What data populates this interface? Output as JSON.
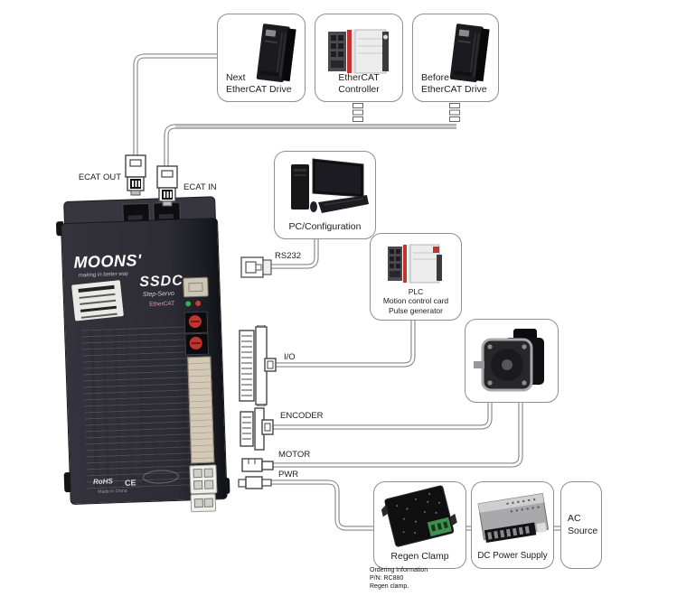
{
  "colors": {
    "cable": "#878787",
    "box_border": "#8f8f8f",
    "drive_body": "#2d2c34",
    "rotary_red": "#c23430",
    "led_green": "#3faa4f",
    "led_red": "#d03a2f",
    "terminal_green": "#3f8f4f"
  },
  "boxes": {
    "next_drive": {
      "line1": "Next",
      "line2": "EtherCAT Drive"
    },
    "controller": {
      "line1": "EtherCAT",
      "line2": "Controller"
    },
    "before_drive": {
      "line1": "Before",
      "line2": "EtherCAT Drive"
    },
    "pc": {
      "label": "PC/Configuration"
    },
    "plc": {
      "line1": "PLC",
      "line2": "Motion control card",
      "line3": "Pulse generator"
    },
    "regen_clamp": {
      "label": "Regen Clamp"
    },
    "dc_power_supply": {
      "label": "DC Power Supply"
    },
    "ac_source": {
      "line1": "AC",
      "line2": "Source"
    }
  },
  "ports": {
    "ecat_out": "ECAT OUT",
    "ecat_in": "ECAT IN",
    "rs232": "RS232",
    "io": "I/O",
    "encoder": "ENCODER",
    "motor": "MOTOR",
    "pwr": "PWR"
  },
  "drive": {
    "brand": "MOONS'",
    "tagline": "making in better way",
    "model": "SSDC",
    "series": "Step-Servo",
    "bus": "EtherCAT",
    "rohs": "RoHS",
    "ce": "CE",
    "origin": "Made in China"
  },
  "ordering_note": {
    "line1": "Ordering Information",
    "line2": "P/N: RC880",
    "line3": "Regen clamp."
  }
}
